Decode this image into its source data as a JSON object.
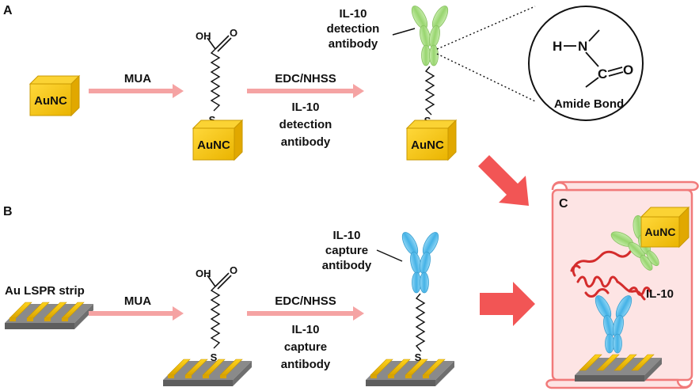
{
  "panels": {
    "a": "A",
    "b": "B",
    "c": "C"
  },
  "reagents": {
    "mua": "MUA",
    "edc": "EDC/NHSS",
    "il10": "IL-10",
    "detection": "detection",
    "antibody": "antibody",
    "capture": "capture"
  },
  "labels": {
    "aunc": "AuNC",
    "oh": "OH",
    "o": "O",
    "s": "S",
    "h": "H",
    "n": "N",
    "c": "C",
    "amide_bond": "Amide Bond",
    "au_lspr_strip": "Au LSPR strip",
    "il10_complex": "IL-10"
  },
  "colors": {
    "arrow_light": "#f5a3a3",
    "arrow_big": "#f25555",
    "gold": "#f5c20a",
    "gold_dark": "#c99800",
    "gold_side": "#e1a800",
    "green_antibody": "#a9dc83",
    "blue_antibody": "#67c3ee",
    "scroll_fill": "#fde4e4",
    "scroll_stroke": "#f17a7a",
    "substrate": "#7d7d7d",
    "helix": "#d42c2c"
  }
}
